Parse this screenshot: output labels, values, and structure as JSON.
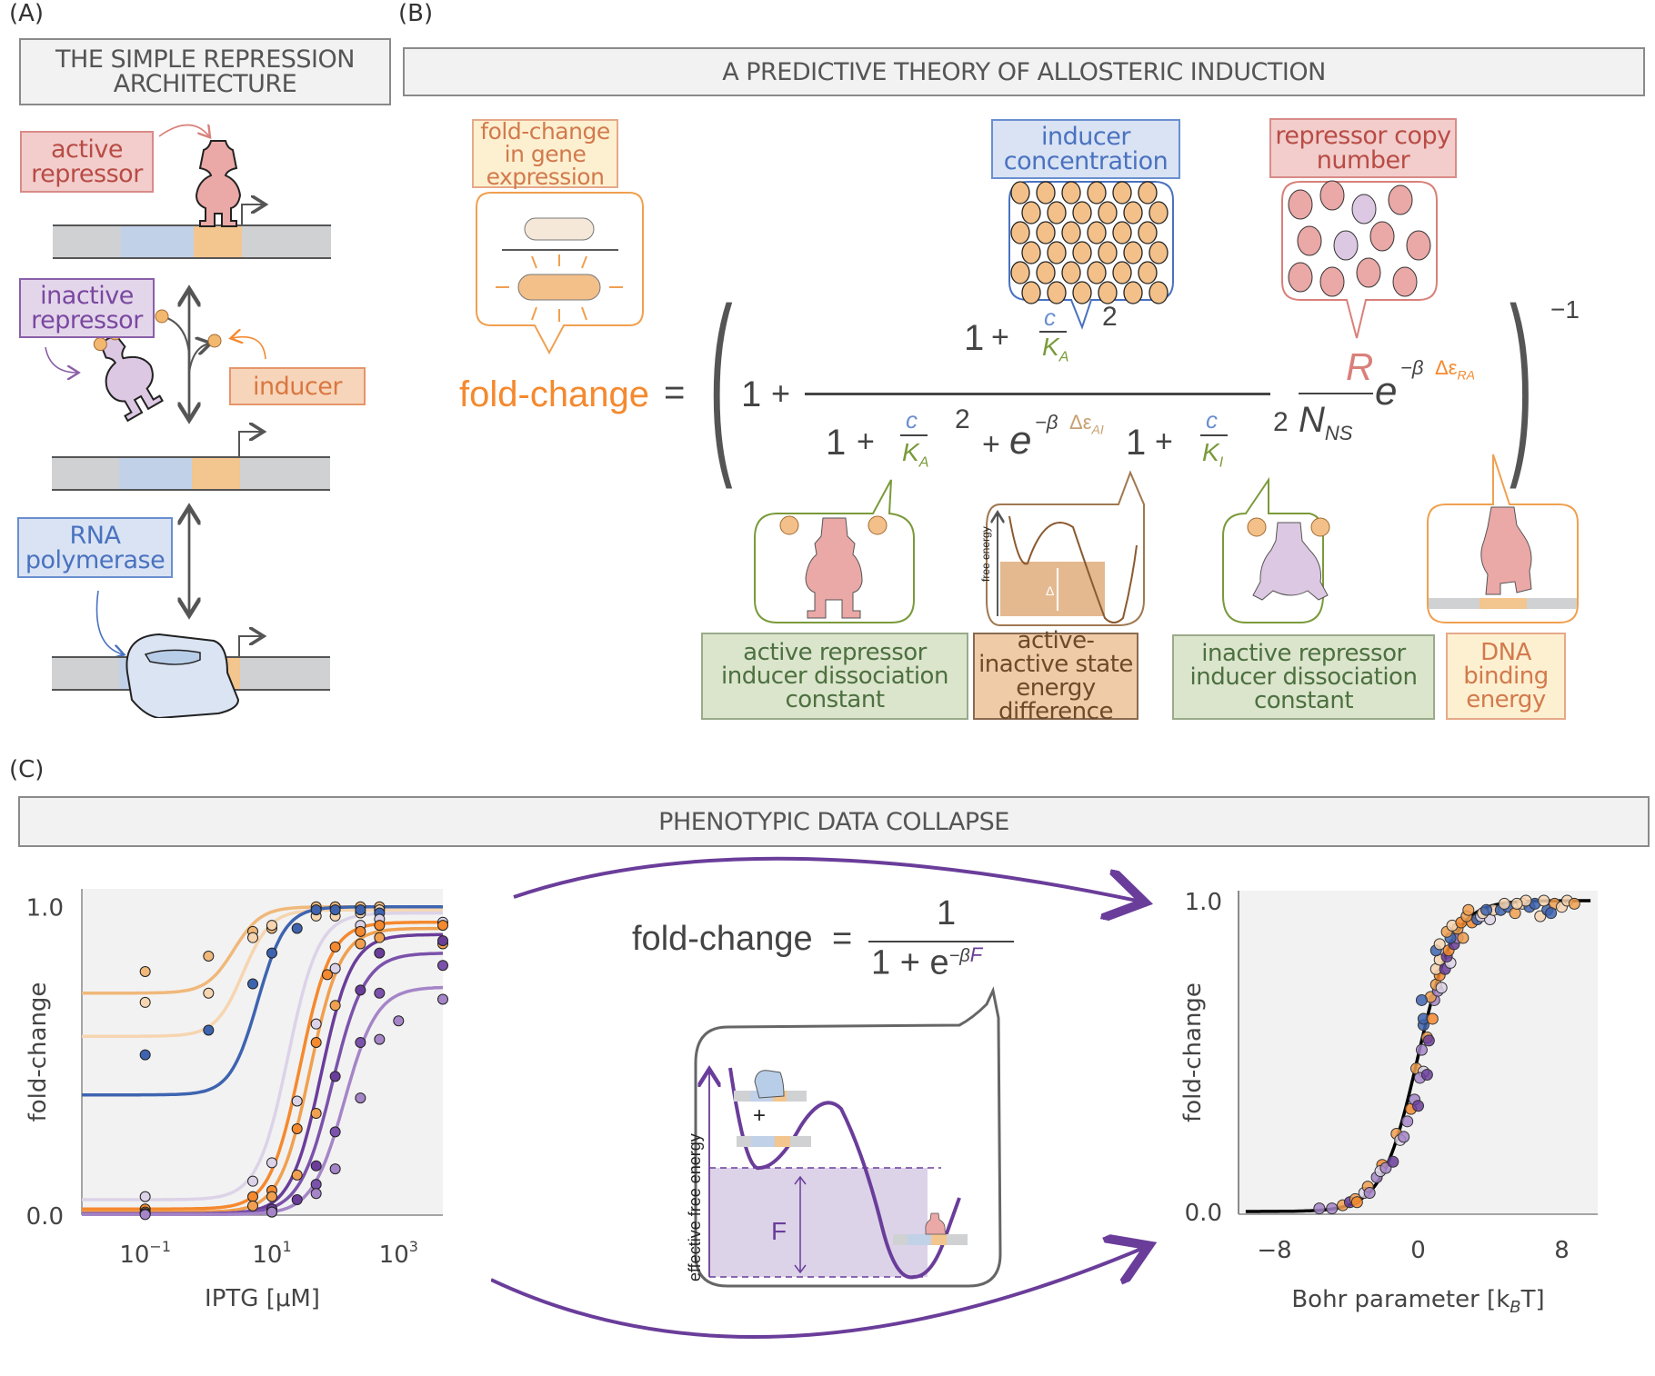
{
  "panels": {
    "A": {
      "label": "(A)",
      "title": "THE SIMPLE REPRESSION ARCHITECTURE",
      "tags": {
        "active_repressor": "active repressor",
        "inactive_repressor": "inactive repressor",
        "inducer": "inducer",
        "rna_polymerase": "RNA polymerase"
      }
    },
    "B": {
      "label": "(B)",
      "title": "A PREDICTIVE THEORY OF ALLOSTERIC INDUCTION",
      "callouts": {
        "fold_change": "fold-change in gene expression",
        "inducer_concentration": "inducer concentration",
        "repressor_copy_number": "repressor copy number"
      },
      "equation": {
        "lhs": "fold-change",
        "equals": "=",
        "one": "1",
        "plus": "+",
        "c": "c",
        "KA": "K",
        "KA_sub": "A",
        "KI": "K",
        "KI_sub": "I",
        "square": "2",
        "e": "e",
        "exp_prefix": "−β",
        "delta_eps": "Δε",
        "AI_sub": "AI",
        "RA_sub": "RA",
        "R": "R",
        "N": "N",
        "NS_sub": "NS",
        "inverse": "−1"
      },
      "parameter_labels": [
        "active repressor inducer dissociation constant",
        "active-inactive state energy difference",
        "inactive repressor inducer dissociation constant",
        "DNA binding energy"
      ],
      "energy_inset": {
        "axis_label": "free energy",
        "delta": "Δ"
      }
    },
    "C": {
      "label": "(C)",
      "title": "PHENOTYPIC DATA COLLAPSE",
      "collapse_equation": {
        "lhs": "fold-change",
        "equals": "=",
        "numerator": "1",
        "denom_prefix": "1 + e",
        "exp": "−β",
        "F": "F"
      },
      "energy_inset": {
        "axis_label": "effective free energy",
        "F_label": "F",
        "plus": "+"
      }
    }
  },
  "colors": {
    "orange": "#f5892e",
    "light_orange": "#f0b87a",
    "pale_orange": "#f6d5b0",
    "blue": "#3e64b0",
    "pale_purple": "#dcd3e8",
    "purple": "#6a3d9a",
    "mid_purple": "#7b52ab",
    "light_purple": "#a585c8",
    "arrow_purple": "#6a3d9a",
    "green": "#7a9a3a",
    "red": "#d9807a"
  },
  "chart_data": [
    {
      "type": "line",
      "title": "",
      "xlabel": "IPTG [μM]",
      "ylabel": "fold-change",
      "xscale": "log",
      "xlim": [
        0.01,
        5000
      ],
      "ylim": [
        0,
        1.0
      ],
      "xticks": [
        {
          "value": 0.1,
          "base": "10",
          "exp": "−1"
        },
        {
          "value": 10,
          "base": "10",
          "exp": "1"
        },
        {
          "value": 1000,
          "base": "10",
          "exp": "3"
        }
      ],
      "yticks": [
        "0.0",
        "1.0"
      ],
      "grid": false,
      "series": [
        {
          "name": "light orange",
          "color": "#f0b87a",
          "leak": 0.72,
          "sat": 1.0,
          "ec50": 2.5,
          "n": 2.0,
          "points": [
            [
              0.1,
              0.79
            ],
            [
              1,
              0.84
            ],
            [
              5,
              0.92
            ],
            [
              10,
              0.93
            ],
            [
              50,
              1.0
            ],
            [
              100,
              1.0
            ],
            [
              250,
              1.0
            ],
            [
              500,
              1.0
            ]
          ]
        },
        {
          "name": "pale orange",
          "color": "#f6d5b0",
          "leak": 0.58,
          "sat": 0.99,
          "ec50": 3.5,
          "n": 2.0,
          "points": [
            [
              0.1,
              0.69
            ],
            [
              1,
              0.72
            ],
            [
              5,
              0.9
            ],
            [
              10,
              0.94
            ],
            [
              50,
              0.97
            ],
            [
              100,
              0.97
            ],
            [
              250,
              0.98
            ],
            [
              500,
              0.99
            ]
          ]
        },
        {
          "name": "blue",
          "color": "#3e64b0",
          "leak": 0.39,
          "sat": 1.0,
          "ec50": 6,
          "n": 2.0,
          "points": [
            [
              0.1,
              0.52
            ],
            [
              1,
              0.6
            ],
            [
              5,
              0.75
            ],
            [
              10,
              0.85
            ],
            [
              25,
              0.93
            ],
            [
              50,
              0.99
            ],
            [
              100,
              0.99
            ],
            [
              250,
              0.99
            ],
            [
              500,
              0.98
            ]
          ]
        },
        {
          "name": "pale purple",
          "color": "#dcd3e8",
          "leak": 0.05,
          "sat": 0.98,
          "ec50": 18,
          "n": 1.8,
          "points": [
            [
              0.1,
              0.06
            ],
            [
              5,
              0.11
            ],
            [
              10,
              0.17
            ],
            [
              25,
              0.37
            ],
            [
              50,
              0.62
            ],
            [
              100,
              0.8
            ],
            [
              250,
              0.94
            ],
            [
              500,
              0.96
            ],
            [
              5000,
              0.95
            ]
          ]
        },
        {
          "name": "orange",
          "color": "#f5892e",
          "leak": 0.02,
          "sat": 0.95,
          "ec50": 28,
          "n": 1.8,
          "points": [
            [
              0.1,
              0.02
            ],
            [
              5,
              0.06
            ],
            [
              10,
              0.08
            ],
            [
              25,
              0.28
            ],
            [
              50,
              0.56
            ],
            [
              75,
              0.78
            ],
            [
              100,
              0.87
            ],
            [
              250,
              0.92
            ],
            [
              500,
              0.94
            ],
            [
              5000,
              0.94
            ]
          ]
        },
        {
          "name": "light orange 2",
          "color": "#f0a050",
          "leak": 0.01,
          "sat": 0.93,
          "ec50": 40,
          "n": 1.8,
          "points": [
            [
              0.1,
              0.01
            ],
            [
              5,
              0.03
            ],
            [
              10,
              0.06
            ],
            [
              25,
              0.13
            ],
            [
              50,
              0.33
            ],
            [
              100,
              0.68
            ],
            [
              250,
              0.88
            ],
            [
              500,
              0.9
            ],
            [
              5000,
              0.88
            ]
          ]
        },
        {
          "name": "purple",
          "color": "#6a3d9a",
          "leak": 0.005,
          "sat": 0.91,
          "ec50": 60,
          "n": 1.8,
          "points": [
            [
              0.1,
              0.005
            ],
            [
              10,
              0.02
            ],
            [
              25,
              0.05
            ],
            [
              50,
              0.16
            ],
            [
              100,
              0.45
            ],
            [
              250,
              0.73
            ],
            [
              500,
              0.85
            ],
            [
              5000,
              0.89
            ]
          ]
        },
        {
          "name": "mid purple",
          "color": "#7b52ab",
          "leak": 0.005,
          "sat": 0.85,
          "ec50": 90,
          "n": 1.7,
          "points": [
            [
              0.1,
              0.005
            ],
            [
              10,
              0.01
            ],
            [
              50,
              0.1
            ],
            [
              100,
              0.27
            ],
            [
              250,
              0.56
            ],
            [
              500,
              0.72
            ],
            [
              5000,
              0.81
            ]
          ]
        },
        {
          "name": "light purple",
          "color": "#a585c8",
          "leak": 0.002,
          "sat": 0.74,
          "ec50": 140,
          "n": 1.7,
          "points": [
            [
              0.1,
              0.002
            ],
            [
              10,
              0.01
            ],
            [
              50,
              0.07
            ],
            [
              100,
              0.15
            ],
            [
              250,
              0.38
            ],
            [
              500,
              0.57
            ],
            [
              1000,
              0.63
            ],
            [
              5000,
              0.7
            ]
          ]
        }
      ]
    },
    {
      "type": "scatter",
      "title": "",
      "xlabel": "Bohr parameter [k",
      "xlabel_sub": "B",
      "xlabel_tail": "T]",
      "ylabel": "fold-change",
      "xlim": [
        -10,
        10
      ],
      "ylim": [
        0,
        1.0
      ],
      "xticks": [
        "−8",
        "0",
        "8"
      ],
      "yticks": [
        "0.0",
        "1.0"
      ],
      "grid": false,
      "master_curve": "1/(1+exp(-F))",
      "points": [
        [
          -5.5,
          0.01,
          "#a585c8"
        ],
        [
          -4.8,
          0.01,
          "#a585c8"
        ],
        [
          -4.2,
          0.02,
          "#f0a050"
        ],
        [
          -3.8,
          0.03,
          "#6a3d9a"
        ],
        [
          -3.5,
          0.04,
          "#f0a050"
        ],
        [
          -3.4,
          0.03,
          "#f5892e"
        ],
        [
          -3.0,
          0.06,
          "#dcd3e8"
        ],
        [
          -2.8,
          0.08,
          "#f0a050"
        ],
        [
          -2.7,
          0.06,
          "#a585c8"
        ],
        [
          -2.3,
          0.11,
          "#a585c8"
        ],
        [
          -2.0,
          0.15,
          "#f5892e"
        ],
        [
          -2.1,
          0.13,
          "#dcd3e8"
        ],
        [
          -1.8,
          0.14,
          "#a585c8"
        ],
        [
          -1.4,
          0.16,
          "#6a3d9a"
        ],
        [
          -1.2,
          0.25,
          "#f0a050"
        ],
        [
          -1.0,
          0.23,
          "#dcd3e8"
        ],
        [
          -0.8,
          0.24,
          "#a585c8"
        ],
        [
          -0.6,
          0.29,
          "#a585c8"
        ],
        [
          -0.4,
          0.33,
          "#f5892e"
        ],
        [
          -0.2,
          0.36,
          "#a585c8"
        ],
        [
          0.0,
          0.34,
          "#6a3d9a"
        ],
        [
          -0.1,
          0.46,
          "#f0a050"
        ],
        [
          0.3,
          0.45,
          "#dcd3e8"
        ],
        [
          0.1,
          0.43,
          "#a585c8"
        ],
        [
          0.5,
          0.44,
          "#6a3d9a"
        ],
        [
          0.2,
          0.52,
          "#a585c8"
        ],
        [
          0.5,
          0.56,
          "#f0a050"
        ],
        [
          0.6,
          0.55,
          "#6a3d9a"
        ],
        [
          0.3,
          0.6,
          "#3e64b0"
        ],
        [
          0.3,
          0.62,
          "#3e64b0"
        ],
        [
          0.8,
          0.62,
          "#f5892e"
        ],
        [
          0.9,
          0.68,
          "#a585c8"
        ],
        [
          0.7,
          0.69,
          "#f0a050"
        ],
        [
          1.1,
          0.71,
          "#a585c8"
        ],
        [
          0.2,
          0.68,
          "#3e64b0"
        ],
        [
          1.0,
          0.73,
          "#f0a050"
        ],
        [
          1.3,
          0.72,
          "#dcd3e8"
        ],
        [
          1.2,
          0.76,
          "#f5892e"
        ],
        [
          1.0,
          0.78,
          "#f6d5b0"
        ],
        [
          1.5,
          0.78,
          "#6a3d9a"
        ],
        [
          1.2,
          0.81,
          "#f6d5b0"
        ],
        [
          1.8,
          0.8,
          "#dcd3e8"
        ],
        [
          1.6,
          0.82,
          "#6a3d9a"
        ],
        [
          1.7,
          0.84,
          "#f5892e"
        ],
        [
          1.0,
          0.84,
          "#3e64b0"
        ],
        [
          1.2,
          0.86,
          "#f6d5b0"
        ],
        [
          2.0,
          0.86,
          "#6a3d9a"
        ],
        [
          2.2,
          0.88,
          "#a585c8"
        ],
        [
          1.8,
          0.88,
          "#3e64b0"
        ],
        [
          1.6,
          0.9,
          "#f0a050"
        ],
        [
          2.5,
          0.88,
          "#f0a050"
        ],
        [
          2.2,
          0.91,
          "#f0a050"
        ],
        [
          1.9,
          0.92,
          "#f6d5b0"
        ],
        [
          2.4,
          0.93,
          "#f5892e"
        ],
        [
          3.0,
          0.93,
          "#f5892e"
        ],
        [
          2.7,
          0.95,
          "#f0a050"
        ],
        [
          3.3,
          0.94,
          "#3e64b0"
        ],
        [
          3.5,
          0.95,
          "#dcd3e8"
        ],
        [
          4.0,
          0.94,
          "#dcd3e8"
        ],
        [
          3.6,
          0.96,
          "#f6d5b0"
        ],
        [
          2.8,
          0.97,
          "#f0a050"
        ],
        [
          4.2,
          0.97,
          "#f6d5b0"
        ],
        [
          4.6,
          0.97,
          "#3e64b0"
        ],
        [
          5.0,
          0.98,
          "#3e64b0"
        ],
        [
          5.4,
          0.96,
          "#f0a050"
        ],
        [
          5.8,
          0.99,
          "#f6d5b0"
        ],
        [
          6.2,
          0.98,
          "#3e64b0"
        ],
        [
          6.5,
          0.99,
          "#3e64b0"
        ],
        [
          6.8,
          0.95,
          "#f6d5b0"
        ],
        [
          7.2,
          0.97,
          "#3e64b0"
        ],
        [
          7.0,
          1.0,
          "#f6d5b0"
        ],
        [
          7.6,
          0.99,
          "#f0a050"
        ],
        [
          8.0,
          0.98,
          "#f6d5b0"
        ],
        [
          8.3,
          1.0,
          "#f6d5b0"
        ],
        [
          8.7,
          0.99,
          "#f0a050"
        ],
        [
          6.0,
          1.0,
          "#f6d5b0"
        ],
        [
          4.8,
          0.99,
          "#f6d5b0"
        ],
        [
          3.8,
          0.97,
          "#3e64b0"
        ],
        [
          5.5,
          0.99,
          "#f6d5b0"
        ],
        [
          7.4,
          0.96,
          "#3e64b0"
        ]
      ]
    }
  ]
}
